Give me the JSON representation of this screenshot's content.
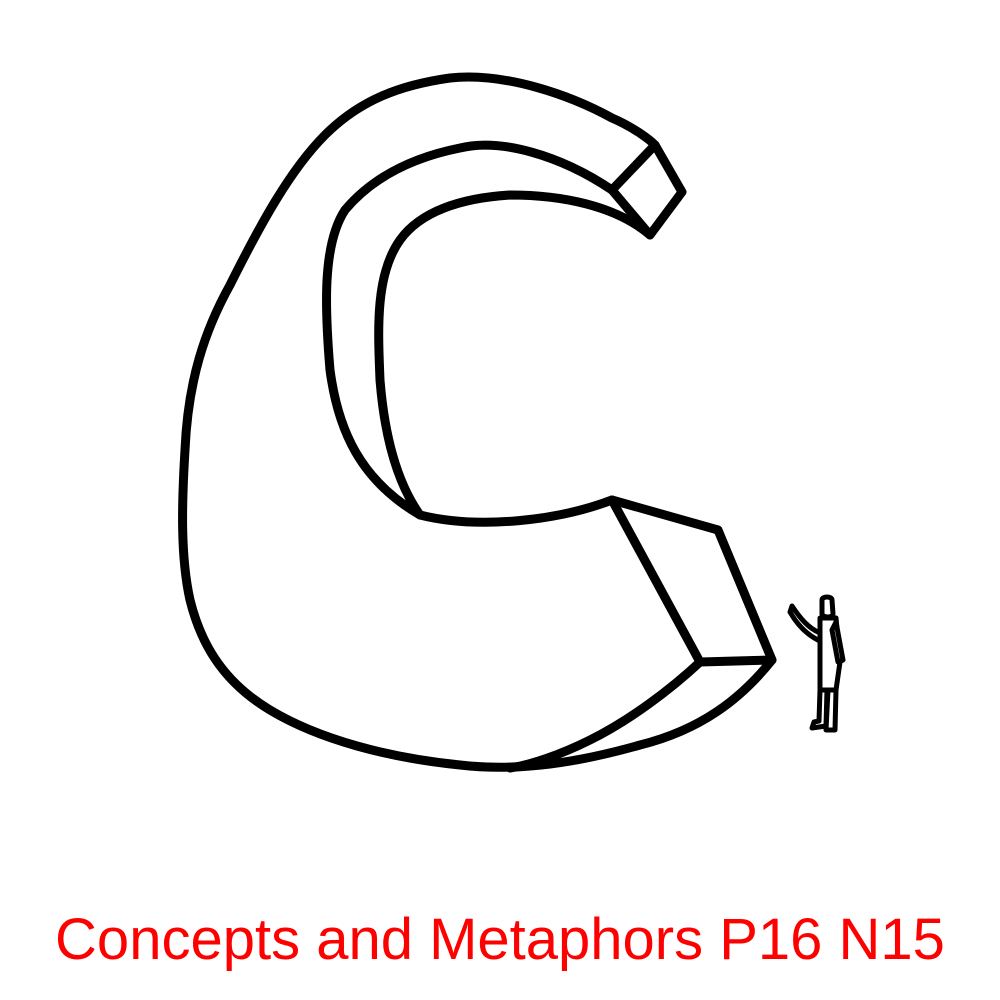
{
  "caption": "Concepts and Metaphors P16 N15",
  "colors": {
    "caption": "#ff0000",
    "ink": "#000000",
    "background": "#ffffff"
  },
  "illustration": {
    "subject": "letter-c-3d",
    "figure": "person-waving"
  }
}
